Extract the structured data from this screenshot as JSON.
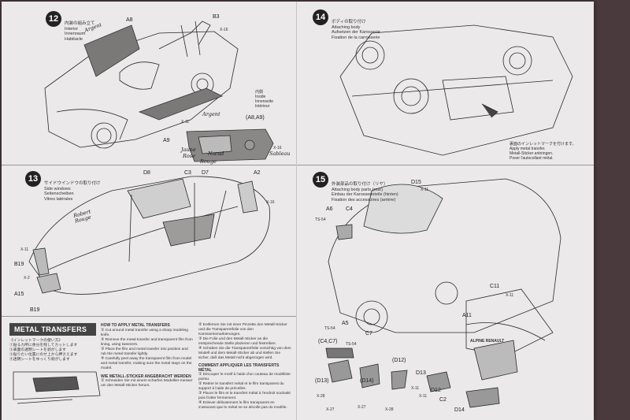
{
  "steps": {
    "s12": {
      "number": "12",
      "caption": [
        "内装の組み立て",
        "Interior",
        "Innenraum",
        "Habitacle"
      ],
      "parts": [
        "A8",
        "B3",
        "X-16",
        "A9",
        "X-11",
        "X-16",
        "(A8,A9)"
      ],
      "note": [
        "内側",
        "Inside",
        "Innenseite",
        "Intérieur"
      ],
      "handwritten": [
        "Argent",
        "Argent",
        "Jaune",
        "Rose",
        "Rouge",
        "Nœud",
        "Sableau"
      ]
    },
    "s13": {
      "number": "13",
      "caption": [
        "サイドウインドウの取り付け",
        "Side windows",
        "Seitenscheiben",
        "Vitres latérales"
      ],
      "parts": [
        "D8",
        "C3",
        "D7",
        "A2",
        "X-16",
        "X-11",
        "B19",
        "X-2",
        "A15",
        "B19"
      ],
      "handwritten": [
        "Robert",
        "Rouge"
      ]
    },
    "s14": {
      "number": "14",
      "caption": [
        "ボディの取り付け",
        "Attaching body",
        "Aufsetzen der Karosserie",
        "Fixation de la carrosserie"
      ],
      "note": [
        "裏面のインレットマークを付けます。",
        "Apply metal transfer.",
        "Metall-Sticker anbringen.",
        "Poser l'autocollant métal."
      ]
    },
    "s15": {
      "number": "15",
      "caption": [
        "外装部品の取り付け（リヤ）",
        "Attaching body parts (rear)",
        "Einbau der Karosserieteile (hinten)",
        "Fixation des accessoires (arrière)"
      ],
      "parts": [
        "D15",
        "X-11",
        "A6",
        "C4",
        "TS-54",
        "C11",
        "X-11",
        "A5",
        "TS-54",
        "C7",
        "(C4,C7)",
        "TS-54",
        "A11",
        "(D12)",
        "(D13)",
        "(D14)",
        "D13",
        "D12",
        "C2",
        "D14",
        "X-28",
        "X-27",
        "X-27",
        "X-28",
        "X-11",
        "X-11"
      ],
      "badge": "ALPINE RENAULT"
    }
  },
  "metal_transfers": {
    "title": "METAL TRANSFERS",
    "jp": [
      "《インレットマークの使い方》",
      "①貼るカ所に余分を残してカットします",
      "②表面の透明シートを剥がします",
      "③貼りたい位置にのせ上から押さえます",
      "④透明シートをゆっくり剥がします"
    ],
    "en_heading": "HOW TO APPLY METAL TRANSFERS",
    "en": [
      "① Cut around metal transfer using a sharp modeling knife.",
      "② Remove the metal transfer and transparent film from lining, using tweezers.",
      "③ Place the film and metal transfer into position and rub the metal transfer lightly.",
      "④ Carefully peel away the transparent film from model and metal transfer, making sure the metal stays on the model."
    ],
    "de_heading": "WIE METALL-STICKER ANGEBRACHT WERDEN",
    "de": [
      "① Schneiden Sie mit einem scharfen Modellier-messer um den Metall-Sticker herum.",
      "② Entfernen Sie mit einer Pinzette den Metall-Sticker und die Transparentfolie von den Karosseriemarkierungen.",
      "③ Die Folie und den Metall-Sticker an die entsprechende Stelle plazieren und festreiben.",
      "④ Schaben Sie die Transparentfolie vorsichtig von dem Modell und dem Metall-Sticker ab und stellen Sie sicher, daß das Metall nicht abgezogen wird."
    ],
    "fr_heading": "COMMENT APPLIQUER LES TRANSFERTS MÉTAL",
    "fr": [
      "① Découper le motif à l'aide d'un couteau de modéliste pointu.",
      "② Retirer le transfert métal et le film transparent du support à l'aide de précelles.",
      "③ Placer le film et le transfert métal à l'endroit souhaité puis frotter fermement.",
      "④ Enlever délicatement le film transparent en s'assurant que le métal ne se décolle pas du modèle."
    ]
  },
  "colors": {
    "paper": "#ebe9ea",
    "ink": "#222222",
    "part_grey": "#7b7878",
    "background": "#4a3a3e"
  }
}
